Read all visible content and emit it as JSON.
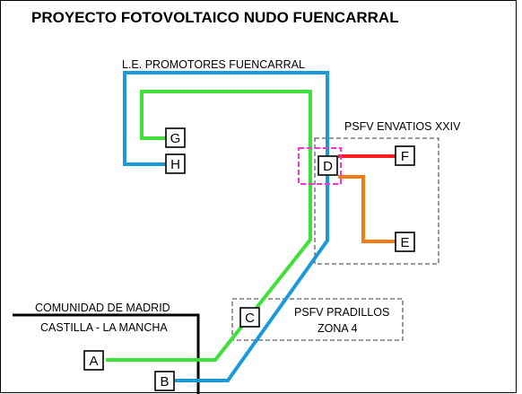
{
  "title": "PROYECTO FOTOVOLTAICO NUDO FUENCARRAL",
  "labels": {
    "line_promotores": "L.E. PROMOTORES FUENCARRAL",
    "psfv_envatios": "PSFV ENVATIOS XXIV",
    "psfv_pradillos_1": "PSFV PRADILLOS",
    "psfv_pradillos_2": "ZONA 4",
    "region_madrid": "COMUNIDAD DE MADRID",
    "region_clm": "CASTILLA - LA MANCHA"
  },
  "nodes": {
    "A": "A",
    "B": "B",
    "C": "C",
    "D": "D",
    "E": "E",
    "F": "F",
    "G": "G",
    "H": "H"
  },
  "colors": {
    "line_blue": "#1b9ad9",
    "line_green": "#3fe03a",
    "line_red": "#ff1c1c",
    "line_orange": "#f57d15",
    "highlight_magenta": "#ff2fd2",
    "boundary": "#000000"
  }
}
